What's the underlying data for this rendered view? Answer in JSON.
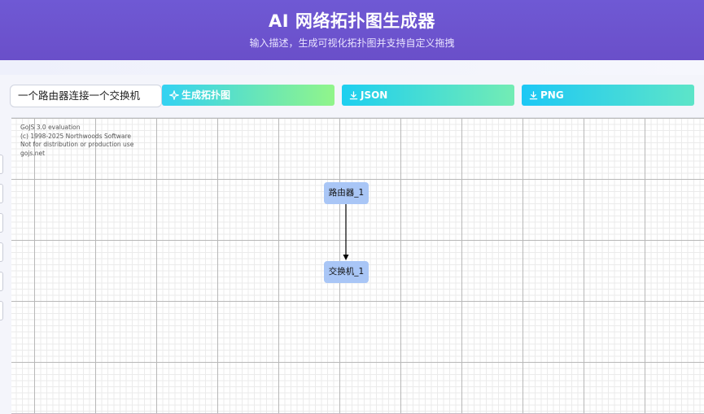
{
  "header": {
    "title": "AI 网络拓扑图生成器",
    "subtitle": "输入描述，生成可视化拓扑图并支持自定义拖拽"
  },
  "toolbar": {
    "prompt_value": "一个路由器连接一个交换机",
    "generate_label": "生成拓扑图",
    "json_label": "JSON",
    "png_label": "PNG"
  },
  "canvas": {
    "watermark": [
      "GoJS 3.0 evaluation",
      "(c) 1998-2025 Northwoods Software",
      "Not for distribution or production use",
      "gojs.net"
    ],
    "nodes": [
      {
        "label": "路由器_1"
      },
      {
        "label": "交换机_1"
      }
    ]
  },
  "colors": {
    "header": "#6a4fc9",
    "node_fill": "#a9c6f6",
    "edge": "#000000"
  },
  "icons": {
    "generate": "sparkle-icon",
    "json": "download-icon",
    "png": "download-icon"
  }
}
